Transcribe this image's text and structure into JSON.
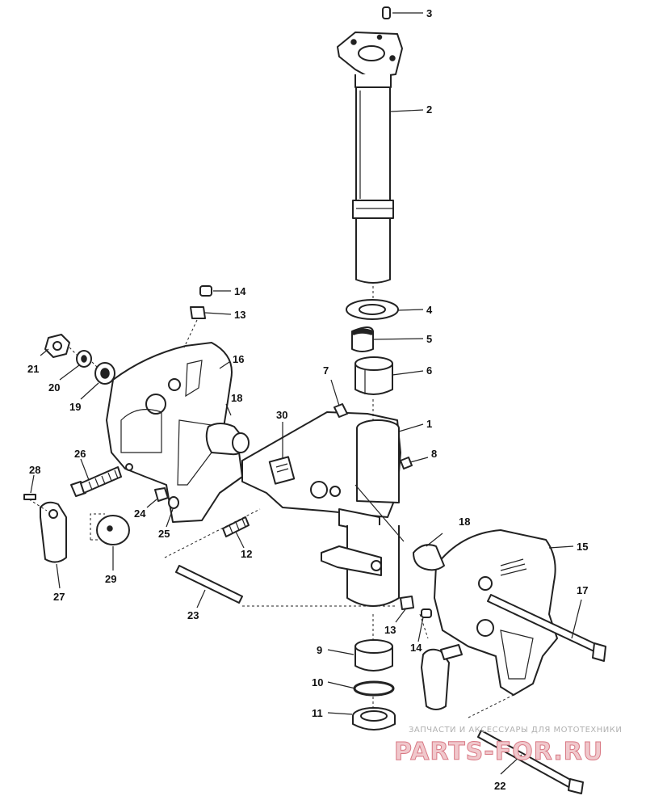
{
  "callouts": [
    {
      "id": "p3",
      "label": "3"
    },
    {
      "id": "p2",
      "label": "2"
    },
    {
      "id": "p4",
      "label": "4"
    },
    {
      "id": "p5",
      "label": "5"
    },
    {
      "id": "p6",
      "label": "6"
    },
    {
      "id": "p1",
      "label": "1"
    },
    {
      "id": "p7",
      "label": "7"
    },
    {
      "id": "p8",
      "label": "8"
    },
    {
      "id": "p14a",
      "label": "14"
    },
    {
      "id": "p13a",
      "label": "13"
    },
    {
      "id": "p16",
      "label": "16"
    },
    {
      "id": "p18a",
      "label": "18"
    },
    {
      "id": "p30",
      "label": "30"
    },
    {
      "id": "p21",
      "label": "21"
    },
    {
      "id": "p20",
      "label": "20"
    },
    {
      "id": "p19",
      "label": "19"
    },
    {
      "id": "p26",
      "label": "26"
    },
    {
      "id": "p28",
      "label": "28"
    },
    {
      "id": "p24",
      "label": "24"
    },
    {
      "id": "p25",
      "label": "25"
    },
    {
      "id": "p29",
      "label": "29"
    },
    {
      "id": "p27",
      "label": "27"
    },
    {
      "id": "p12",
      "label": "12"
    },
    {
      "id": "p18b",
      "label": "18"
    },
    {
      "id": "p15",
      "label": "15"
    },
    {
      "id": "p17",
      "label": "17"
    },
    {
      "id": "p23",
      "label": "23"
    },
    {
      "id": "p13b",
      "label": "13"
    },
    {
      "id": "p14b",
      "label": "14"
    },
    {
      "id": "p9",
      "label": "9"
    },
    {
      "id": "p10",
      "label": "10"
    },
    {
      "id": "p11",
      "label": "11"
    },
    {
      "id": "p22",
      "label": "22"
    }
  ],
  "watermark": {
    "tagline": "ЗАПЧАСТИ И АКСЕССУАРЫ ДЛЯ МОТОТЕХНИКИ",
    "logo": "PARTS-FOR.RU"
  }
}
